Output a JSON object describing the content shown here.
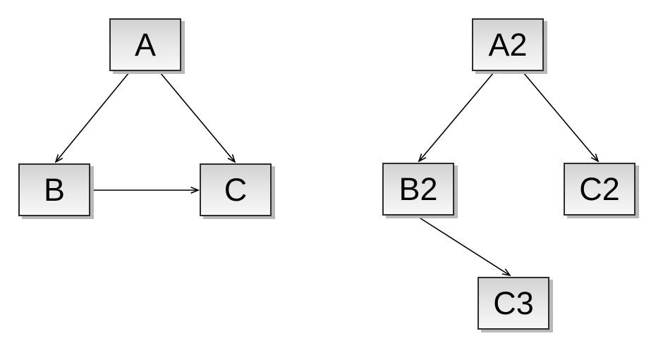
{
  "diagram": {
    "background_color": "#ffffff",
    "left_graph": {
      "nodes": [
        {
          "id": "A",
          "label": "A"
        },
        {
          "id": "B",
          "label": "B"
        },
        {
          "id": "C",
          "label": "C"
        }
      ],
      "edges": [
        {
          "from": "A",
          "to": "B"
        },
        {
          "from": "A",
          "to": "C"
        },
        {
          "from": "B",
          "to": "C"
        }
      ]
    },
    "right_graph": {
      "nodes": [
        {
          "id": "A2",
          "label": "A2"
        },
        {
          "id": "B2",
          "label": "B2"
        },
        {
          "id": "C2",
          "label": "C2"
        },
        {
          "id": "C3",
          "label": "C3"
        }
      ],
      "edges": [
        {
          "from": "A2",
          "to": "B2"
        },
        {
          "from": "A2",
          "to": "C2"
        },
        {
          "from": "B2",
          "to": "C3"
        }
      ]
    },
    "style": {
      "node_fill_top": "#d2d2d2",
      "node_fill_bottom": "#f7f7f7",
      "node_border_color": "#2d2d2d",
      "node_text_color": "#000000",
      "node_shadow_color": "#b9b9b9",
      "edge_color": "#000000",
      "arrowhead": "open-vee"
    }
  }
}
